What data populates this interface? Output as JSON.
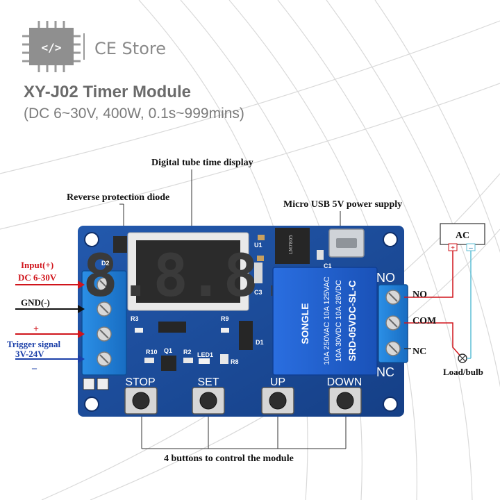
{
  "brand": {
    "name": "CE Store",
    "logo_icon": "chip-code-icon",
    "logo_glyph": "</>"
  },
  "heading": {
    "title": "XY-J02 Timer Module",
    "subtitle": "(DC 6~30V, 400W, 0.1s~999mins)"
  },
  "callouts": {
    "display": "Digital tube time display",
    "diode": "Reverse protection diode",
    "usb": "Micro USB 5V power supply",
    "buttons_note": "4 buttons to control the module"
  },
  "left_terminals": {
    "input": "Input(+)",
    "dc": "DC 6-30V",
    "gnd": "GND(-)",
    "plus": "+",
    "trigger": "Trigger signal",
    "trigger_range": "3V-24V",
    "minus": "–"
  },
  "right_terminals": {
    "no": "NO",
    "com": "COM",
    "nc": "NC",
    "ac": "AC",
    "ac_plus": "+",
    "ac_minus": "–",
    "load": "Load/bulb"
  },
  "board": {
    "display_digits": "8.8.8.",
    "buttons": [
      "STOP",
      "SET",
      "UP",
      "DOWN"
    ],
    "relay_brand": "SONGLE",
    "relay_lines": [
      "10A 250VAC  10A 125VAC",
      "10A  30VDC  10A  28VDC",
      "SRD-05VDC-SL-C"
    ],
    "silk": {
      "no_top": "NO",
      "nc_bottom": "NC",
      "d2": "D2",
      "u1": "U1",
      "c3": "C3",
      "c1": "C1",
      "r3": "R3",
      "r9": "R9",
      "r10": "R10",
      "r2": "R2",
      "q1": "Q1",
      "led1": "LED1",
      "r8": "R8",
      "d1": "D1",
      "reg": "LM7805"
    }
  },
  "colors": {
    "pcb": "#1c4fa0",
    "terminal": "#1f7fd6",
    "relay": "#1e5fd0",
    "red": "#d0141b",
    "blue_label": "#1b3fa8",
    "wire_cyan": "#5fbfd6"
  }
}
